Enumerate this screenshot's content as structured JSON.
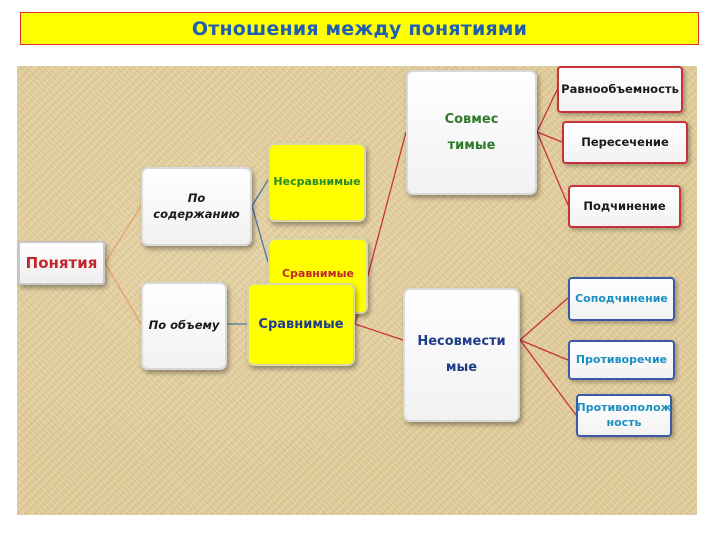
{
  "title": "Отношения между понятиями",
  "root": "Понятия",
  "by_content": "По содержанию",
  "by_volume": "По объему",
  "incomparable": "Несравнимые",
  "comparable_back": "Сравнимые",
  "comparable_front": "Сравнимые",
  "compatible": "Совмес тимые",
  "incompatible": "Несовмести мые",
  "compatible_items": [
    "Равнообъемность",
    "Пересечение",
    "Подчинение"
  ],
  "incompatible_items": [
    "Соподчинение",
    "Противоречие",
    "Противополож ность"
  ],
  "colors": {
    "title_bg": "#ffff00",
    "title_text": "#1f5fb0",
    "panel_bg": "#e4cf9c",
    "red_border": "#c8323a",
    "blue_border": "#3a5aa8"
  }
}
